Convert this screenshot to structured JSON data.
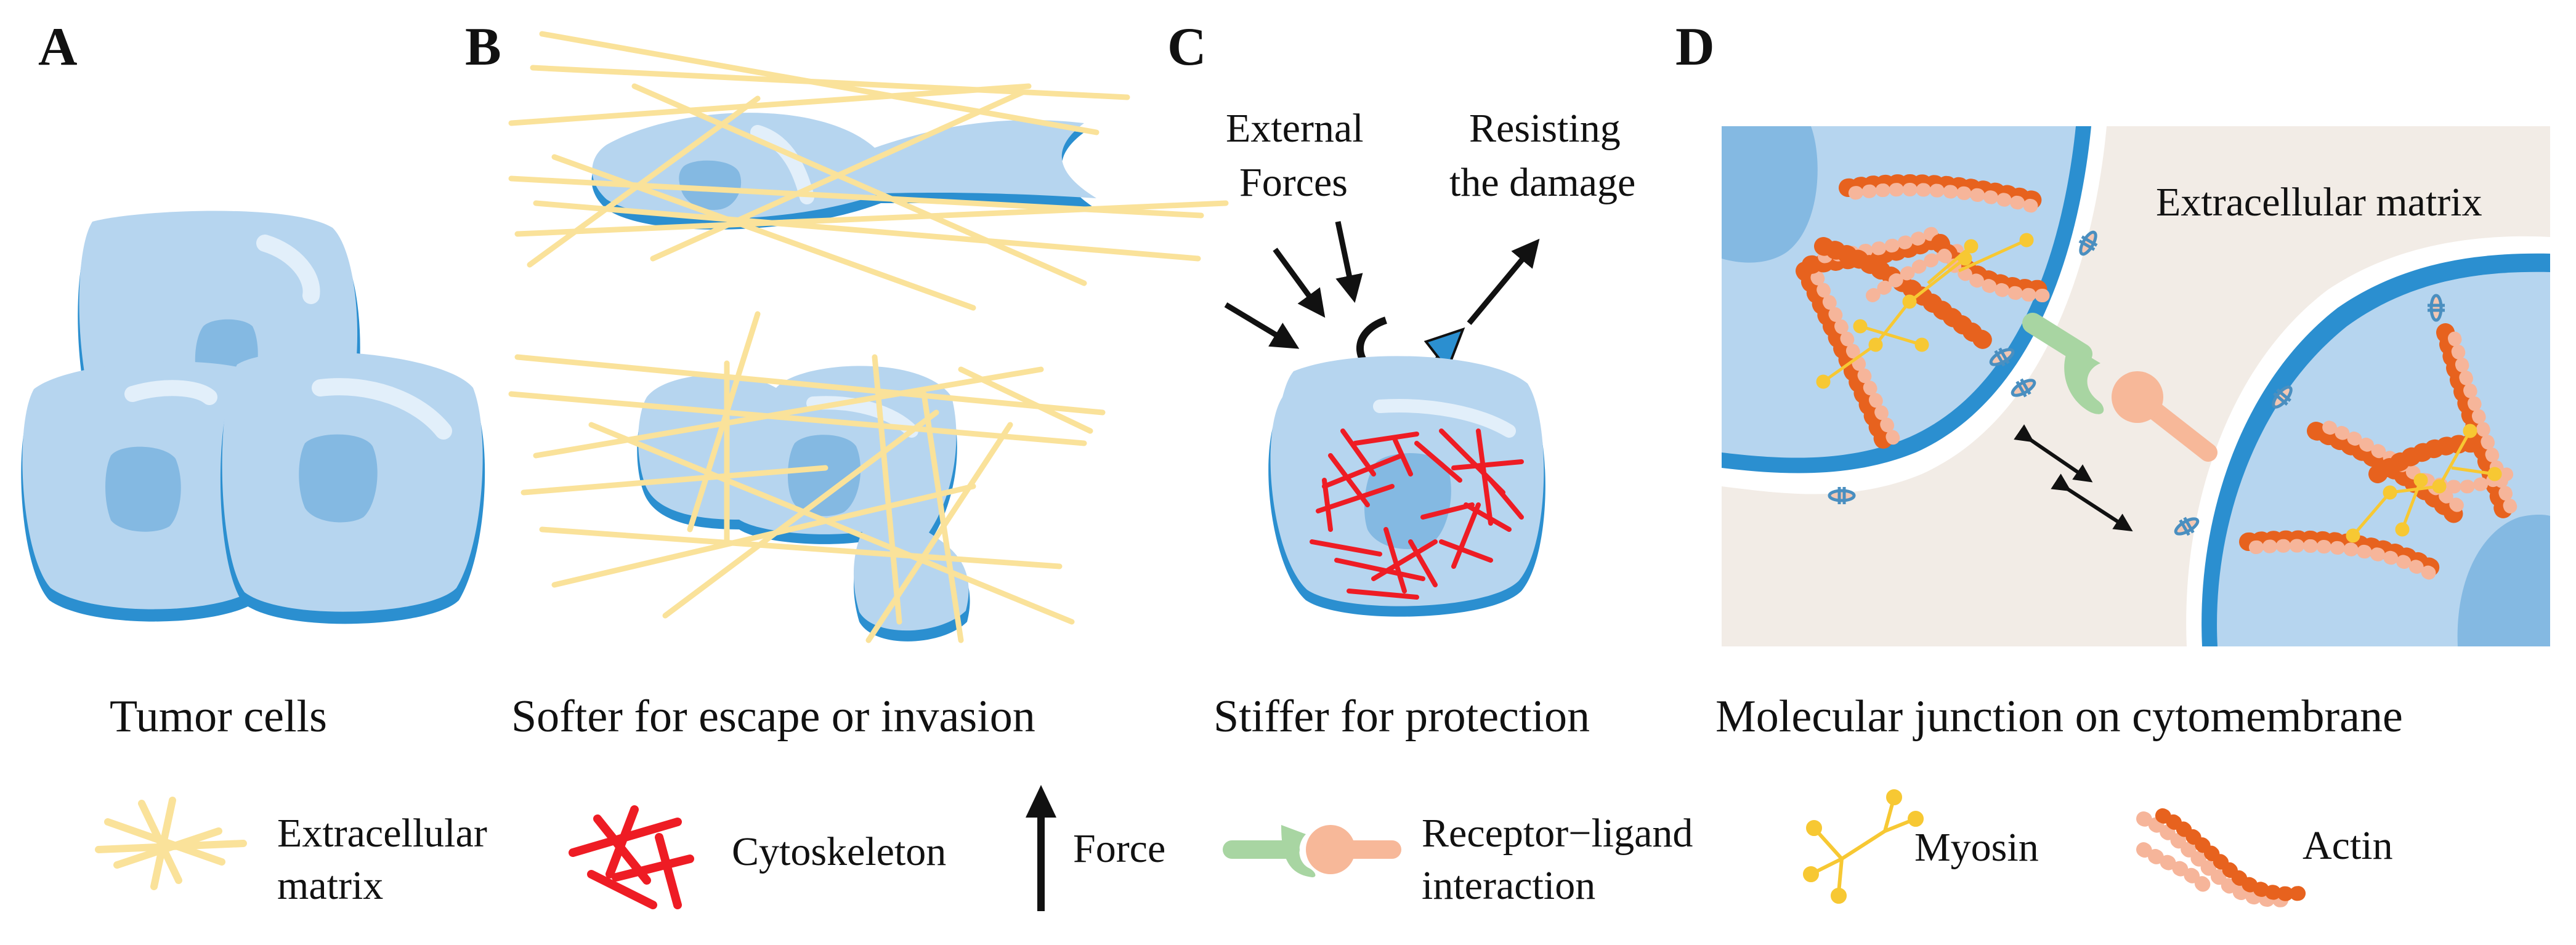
{
  "panels": {
    "a": {
      "letter": "A",
      "caption": "Tumor cells"
    },
    "b": {
      "letter": "B",
      "caption": "Softer for escape or invasion"
    },
    "c": {
      "letter": "C",
      "caption": "Stiffer for protection",
      "external_forces_line1": "External",
      "external_forces_line2": "Forces",
      "resisting_line1": "Resisting",
      "resisting_line2": "the damage"
    },
    "d": {
      "letter": "D",
      "caption": "Molecular junction on cytomembrane",
      "ecm_label": "Extracellular matrix"
    }
  },
  "legend": {
    "ecm_line1": "Extracellular",
    "ecm_line2": "matrix",
    "cytoskeleton": "Cytoskeleton",
    "force": "Force",
    "receptor_line1": "Receptor−ligand",
    "receptor_line2": "interaction",
    "myosin": "Myosin",
    "actin": "Actin"
  },
  "colors": {
    "cell_fill": "#b6d5ef",
    "cell_edge": "#2b8fd0",
    "nucleus": "#84b9e2",
    "ecm_fiber": "#fae29a",
    "cytoskeleton": "#ee1c24",
    "actin_dark": "#e7621e",
    "actin_light": "#f6b59a",
    "myosin": "#f7c833",
    "receptor": "#a8d5a2",
    "ligand": "#f7b899",
    "matrix_bg": "#f2ece6"
  }
}
